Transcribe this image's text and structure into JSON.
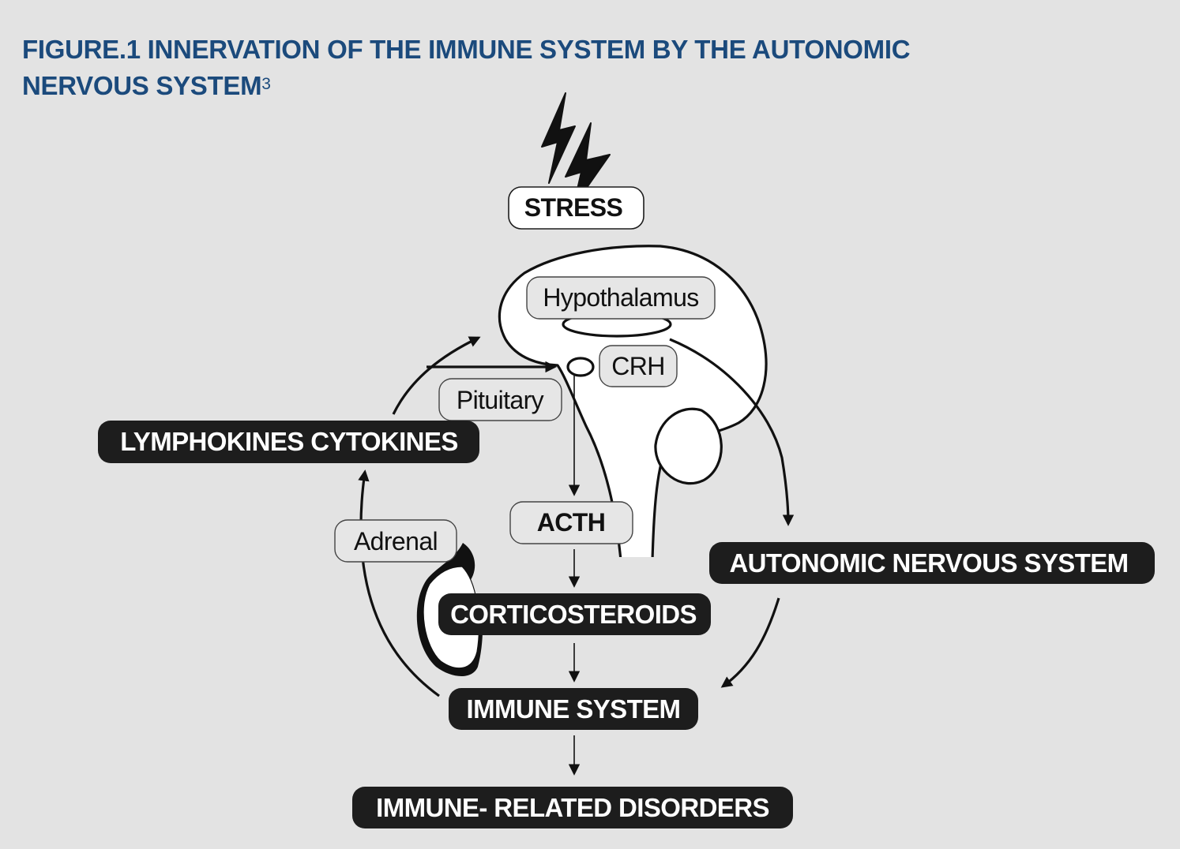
{
  "figure": {
    "title": "FIGURE.1 INNERVATION OF THE IMMUNE SYSTEM BY THE AUTONOMIC NERVOUS SYSTEM",
    "superscript": "3"
  },
  "nodes": {
    "stress": "STRESS",
    "hypothalamus": "Hypothalamus",
    "crh": "CRH",
    "pituitary": "Pituitary",
    "lymphokines": "LYMPHOKINES CYTOKINES",
    "acth": "ACTH",
    "adrenal": "Adrenal",
    "autonomic": "AUTONOMIC NERVOUS SYSTEM",
    "corticosteroids": "CORTICOSTEROIDS",
    "immune_system": "IMMUNE SYSTEM",
    "disorders": "IMMUNE- RELATED DISORDERS"
  },
  "icons": {
    "stress_symbol": "lightning-bolt-icon",
    "brain_symbol": "brain-outline",
    "adrenal_symbol": "adrenal-gland-outline"
  },
  "colors": {
    "background": "#e3e3e3",
    "title": "#1b4a7c",
    "dark_label_fill": "#1d1d1d",
    "dark_label_text": "#ffffff",
    "line": "#111111"
  }
}
